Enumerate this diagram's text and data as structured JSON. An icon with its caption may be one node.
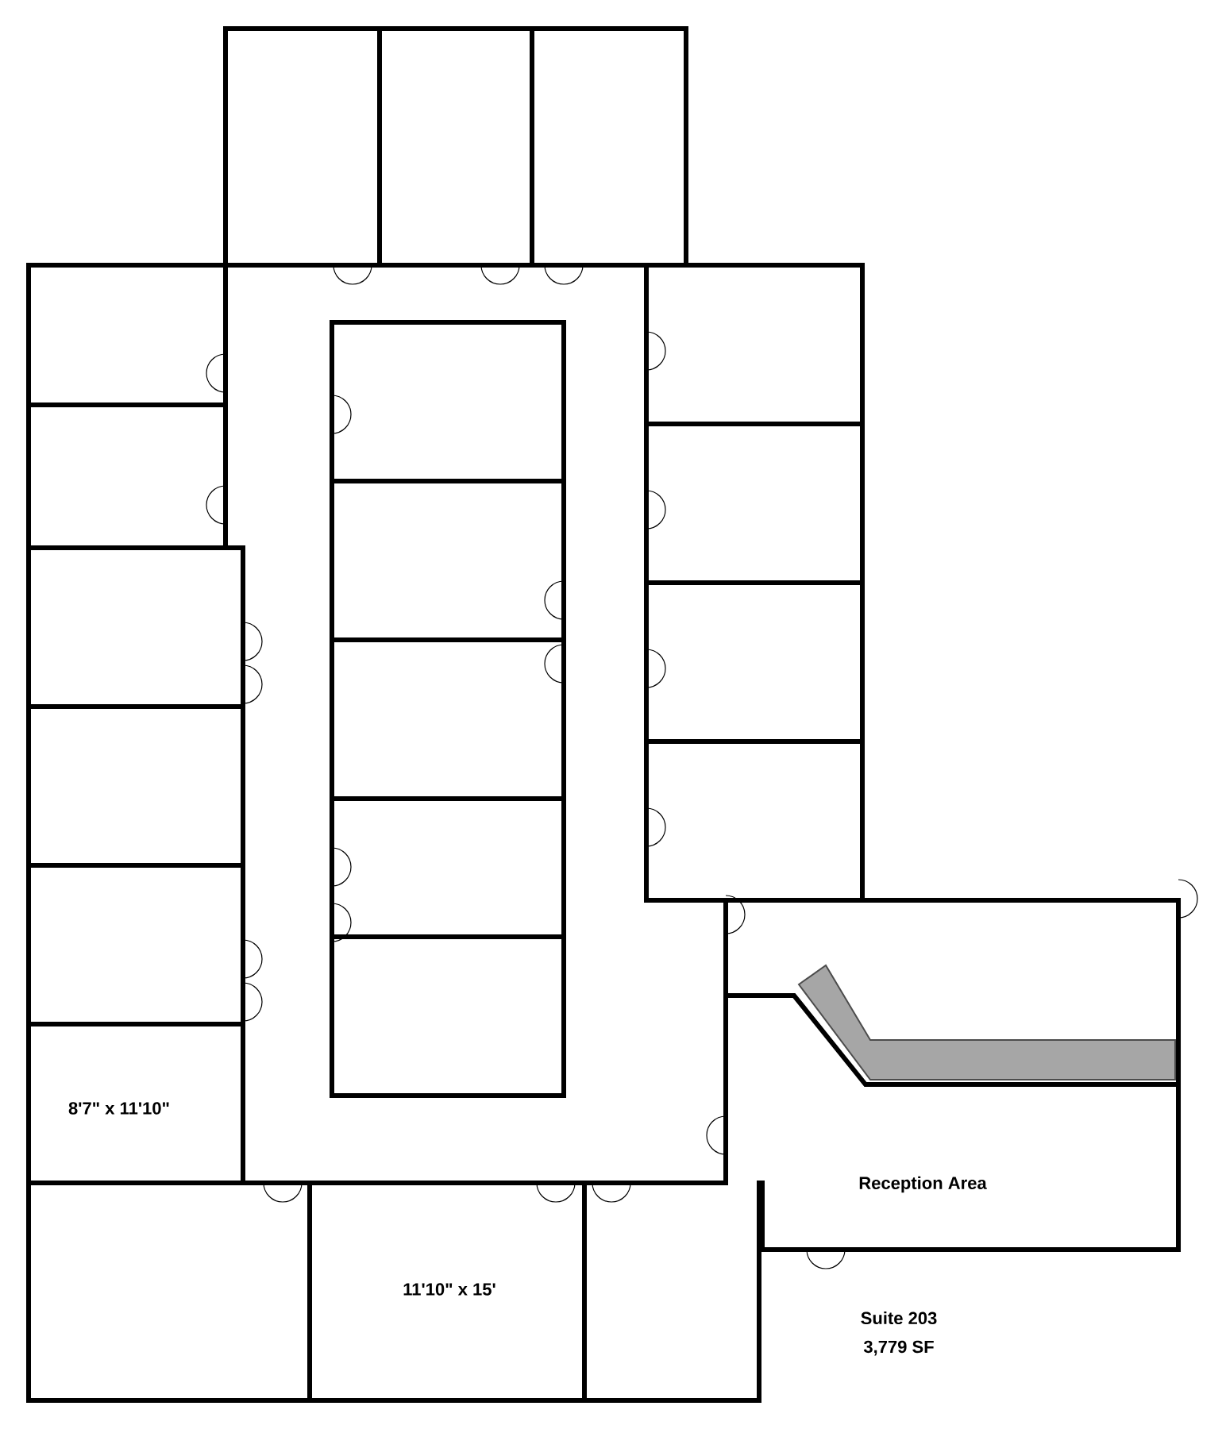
{
  "diagram": {
    "labels": [
      "8'7\" x 11'10\"",
      "11'10\" x 15'",
      "Reception Area",
      "Suite 203",
      "3,779 SF"
    ]
  }
}
